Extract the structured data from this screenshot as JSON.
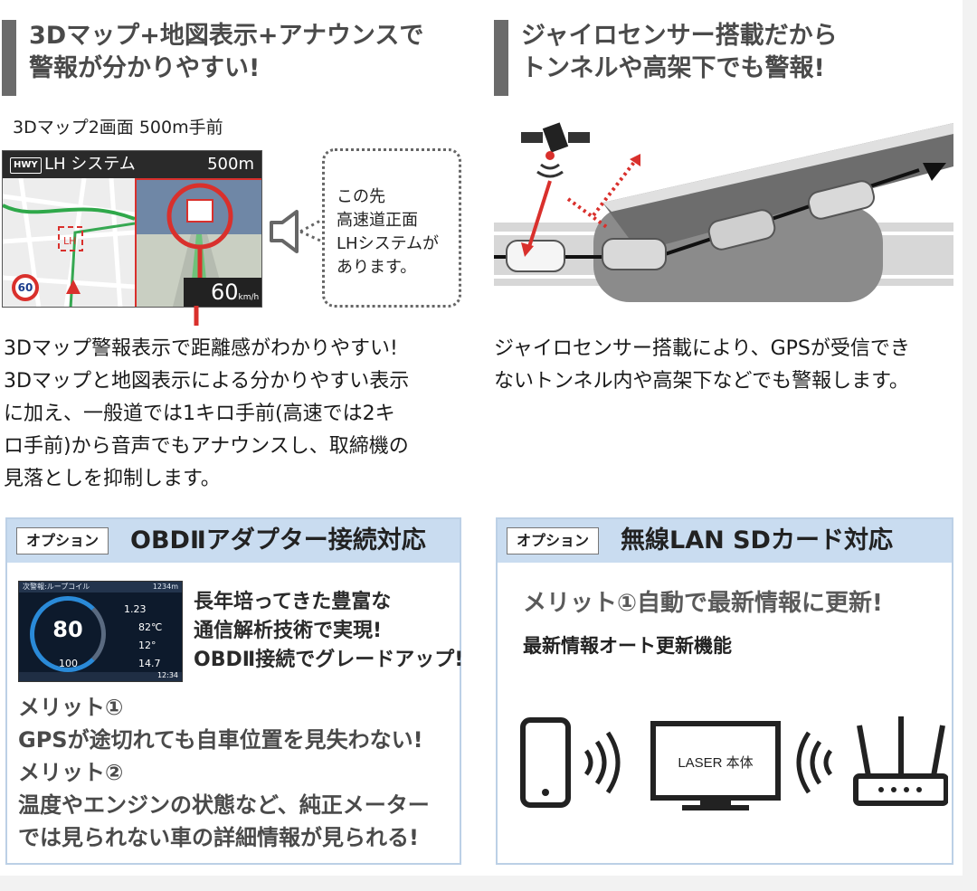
{
  "left_section": {
    "title_lines": [
      "3Dマップ+地図表示+アナウンスで",
      "警報が分かりやすい!"
    ],
    "caption": "3Dマップ2画面 500m手前",
    "nav_screen": {
      "hwy_badge": "HWY",
      "title": "LH システム",
      "distance": "500m",
      "speed": "60",
      "speed_unit": "km/h",
      "limit_sign": "60"
    },
    "bubble_lines": [
      "この先",
      "高速道正面",
      "LHシステムが",
      "あります。"
    ],
    "body_lines": [
      "3Dマップ警報表示で距離感がわかりやすい!",
      "3Dマップと地図表示による分かりやすい表示",
      "に加え、一般道では1キロ手前(高速では2キ",
      "ロ手前)から音声でもアナウンスし、取締機の",
      "見落としを抑制します。"
    ]
  },
  "right_section": {
    "title_lines": [
      "ジャイロセンサー搭載だから",
      "トンネルや高架下でも警報!"
    ],
    "body_lines": [
      "ジャイロセンサー搭載により、GPSが受信でき",
      "ないトンネル内や高架下などでも警報します。"
    ]
  },
  "panel_obd": {
    "badge": "オプション",
    "title": "OBDⅡアダプター接続対応",
    "screen": {
      "top_left": "次警報:ループコイル",
      "top_right": "1234m",
      "speed": "80",
      "rpm": "1.23",
      "temp": "82℃",
      "angle": "12°",
      "bottom_a": "100",
      "bottom_b": "14.7",
      "clock": "12:34"
    },
    "desc_lines": [
      "長年培ってきた豊富な",
      "通信解析技術で実現!",
      "OBDⅡ接続でグレードアップ!"
    ],
    "merit_lines": [
      "メリット①",
      "GPSが途切れても自車位置を見失わない!",
      "メリット②",
      "温度やエンジンの状態など、純正メーター",
      "では見られない車の詳細情報が見られる!"
    ]
  },
  "panel_lan": {
    "badge": "オプション",
    "title": "無線LAN SDカード対応",
    "merit": "メリット①自動で最新情報に更新!",
    "subtitle": "最新情報オート更新機能",
    "device_label": "LASER 本体"
  },
  "colors": {
    "heading_bar": "#6b6b6b",
    "accent_red": "#d9302c",
    "panel_head": "#c9dcf0",
    "panel_border": "#bcd0e6"
  }
}
